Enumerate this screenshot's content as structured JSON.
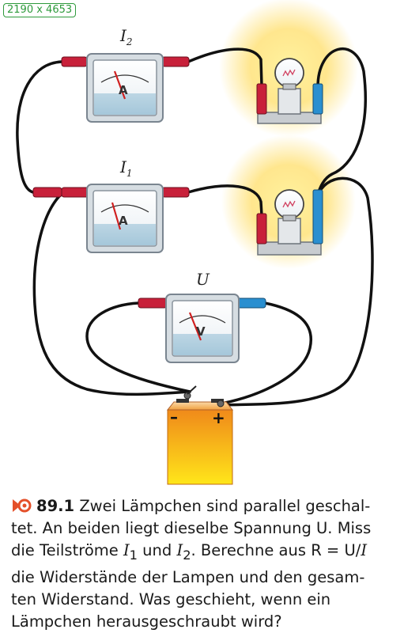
{
  "badge": "2190 x 4653",
  "meters": {
    "i2": {
      "label": "I",
      "sub": "2",
      "unit": "A"
    },
    "i1": {
      "label": "I",
      "sub": "1",
      "unit": "A"
    },
    "u": {
      "label": "U",
      "unit": "V"
    }
  },
  "battery": {
    "minus": "–",
    "plus": "+"
  },
  "caption": {
    "number": "89.1",
    "text1": " Zwei Lämpchen sind parallel geschal-",
    "text2": "tet. An beiden liegt dieselbe Spannung U. Miss",
    "text3a": "die Teilströme ",
    "var_i1": "I",
    "sub1": "1",
    "text3b": " und ",
    "var_i2": "I",
    "sub2": "2",
    "text3c": ". Berechne aus R = U/",
    "var_i": "I",
    "text4": "die Widerstände der Lampen und den gesam-",
    "text5": "ten Widerstand. Was geschieht, wenn ein",
    "text6": "Lämpchen herausgeschraubt wird?"
  },
  "colors": {
    "accent": "#e4502a",
    "badge": "#2e9a3c",
    "glow": "#ffe27a",
    "red_terminal": "#c8203a",
    "blue_terminal": "#2a8fd0",
    "battery_top": "#f08a1a",
    "battery_bottom": "#ffe61a"
  }
}
